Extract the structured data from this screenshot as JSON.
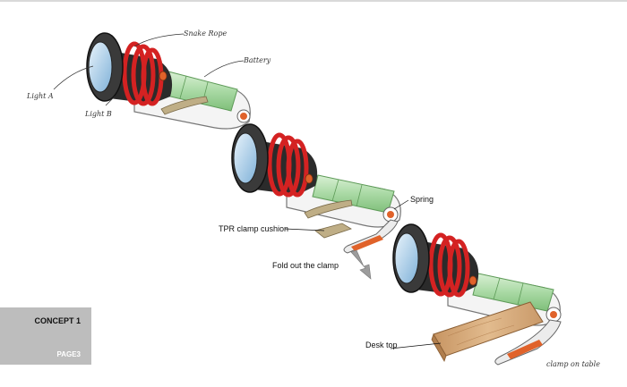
{
  "sketch_annotations": {
    "snake_rope": "Snake Rope",
    "battery": "Battery",
    "light_a": "Light A",
    "light_b": "Light B",
    "clamp_on_table": "clamp on table"
  },
  "callouts": {
    "spring": "Spring",
    "tpr_clamp_cushion": "TPR clamp cushion",
    "fold_out_clamp": "Fold out the clamp",
    "desk_top": "Desk top"
  },
  "concept": {
    "title": "CONCEPT 1",
    "page": "PAGE3"
  },
  "colors": {
    "red_ring": "#d42222",
    "battery_green": "#a9d9a4",
    "orange_accent": "#e0622a",
    "housing_dark": "#2b2b2b",
    "lens_blue": "#9ec6e6",
    "desk_wood": "#d8aa7a",
    "label_panel": "#bdbdbd"
  }
}
